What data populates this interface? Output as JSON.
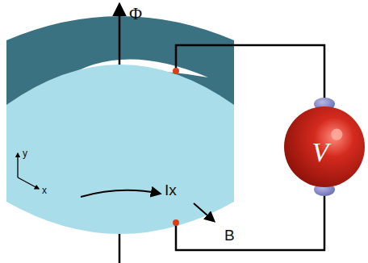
{
  "diagram": {
    "nodes": [
      {
        "text": [
          "V"
        ]
      }
    ],
    "labels": [
      "Φ",
      "y",
      "x",
      "Ix",
      "B"
    ]
  }
}
